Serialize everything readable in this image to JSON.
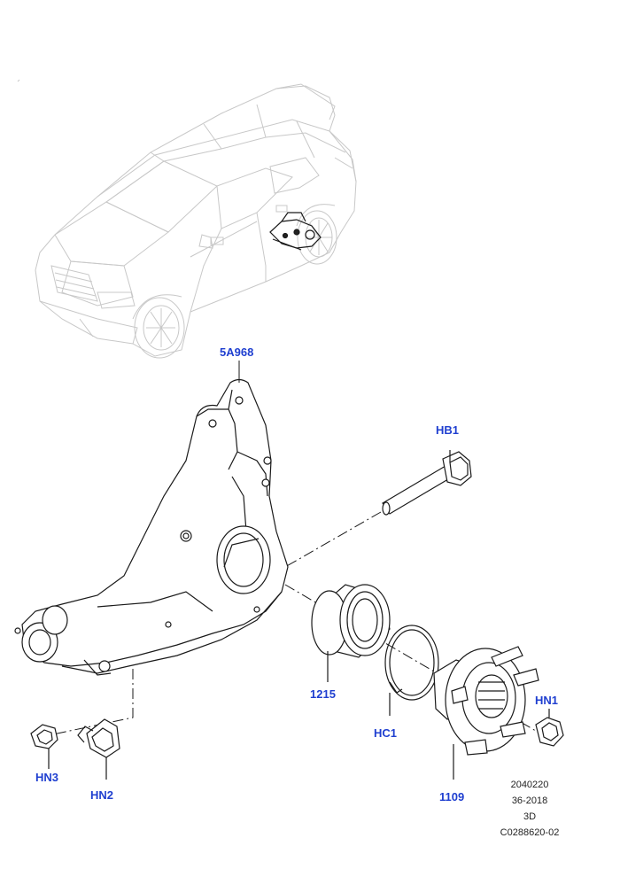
{
  "callouts": {
    "knuckle": "5A968",
    "bolt": "HB1",
    "bearing": "1215",
    "circlip": "HC1",
    "hub": "1109",
    "hub_nut": "HN1",
    "nut_bracket": "HN2",
    "nut": "HN3"
  },
  "meta": {
    "code": "2040220",
    "date": "36-2018",
    "view": "3D",
    "ref": "C0288620-02"
  },
  "colors": {
    "callout": "#1f3fd0",
    "line": "#1a1a1a",
    "vehicle_outline": "#c8c8c8"
  }
}
